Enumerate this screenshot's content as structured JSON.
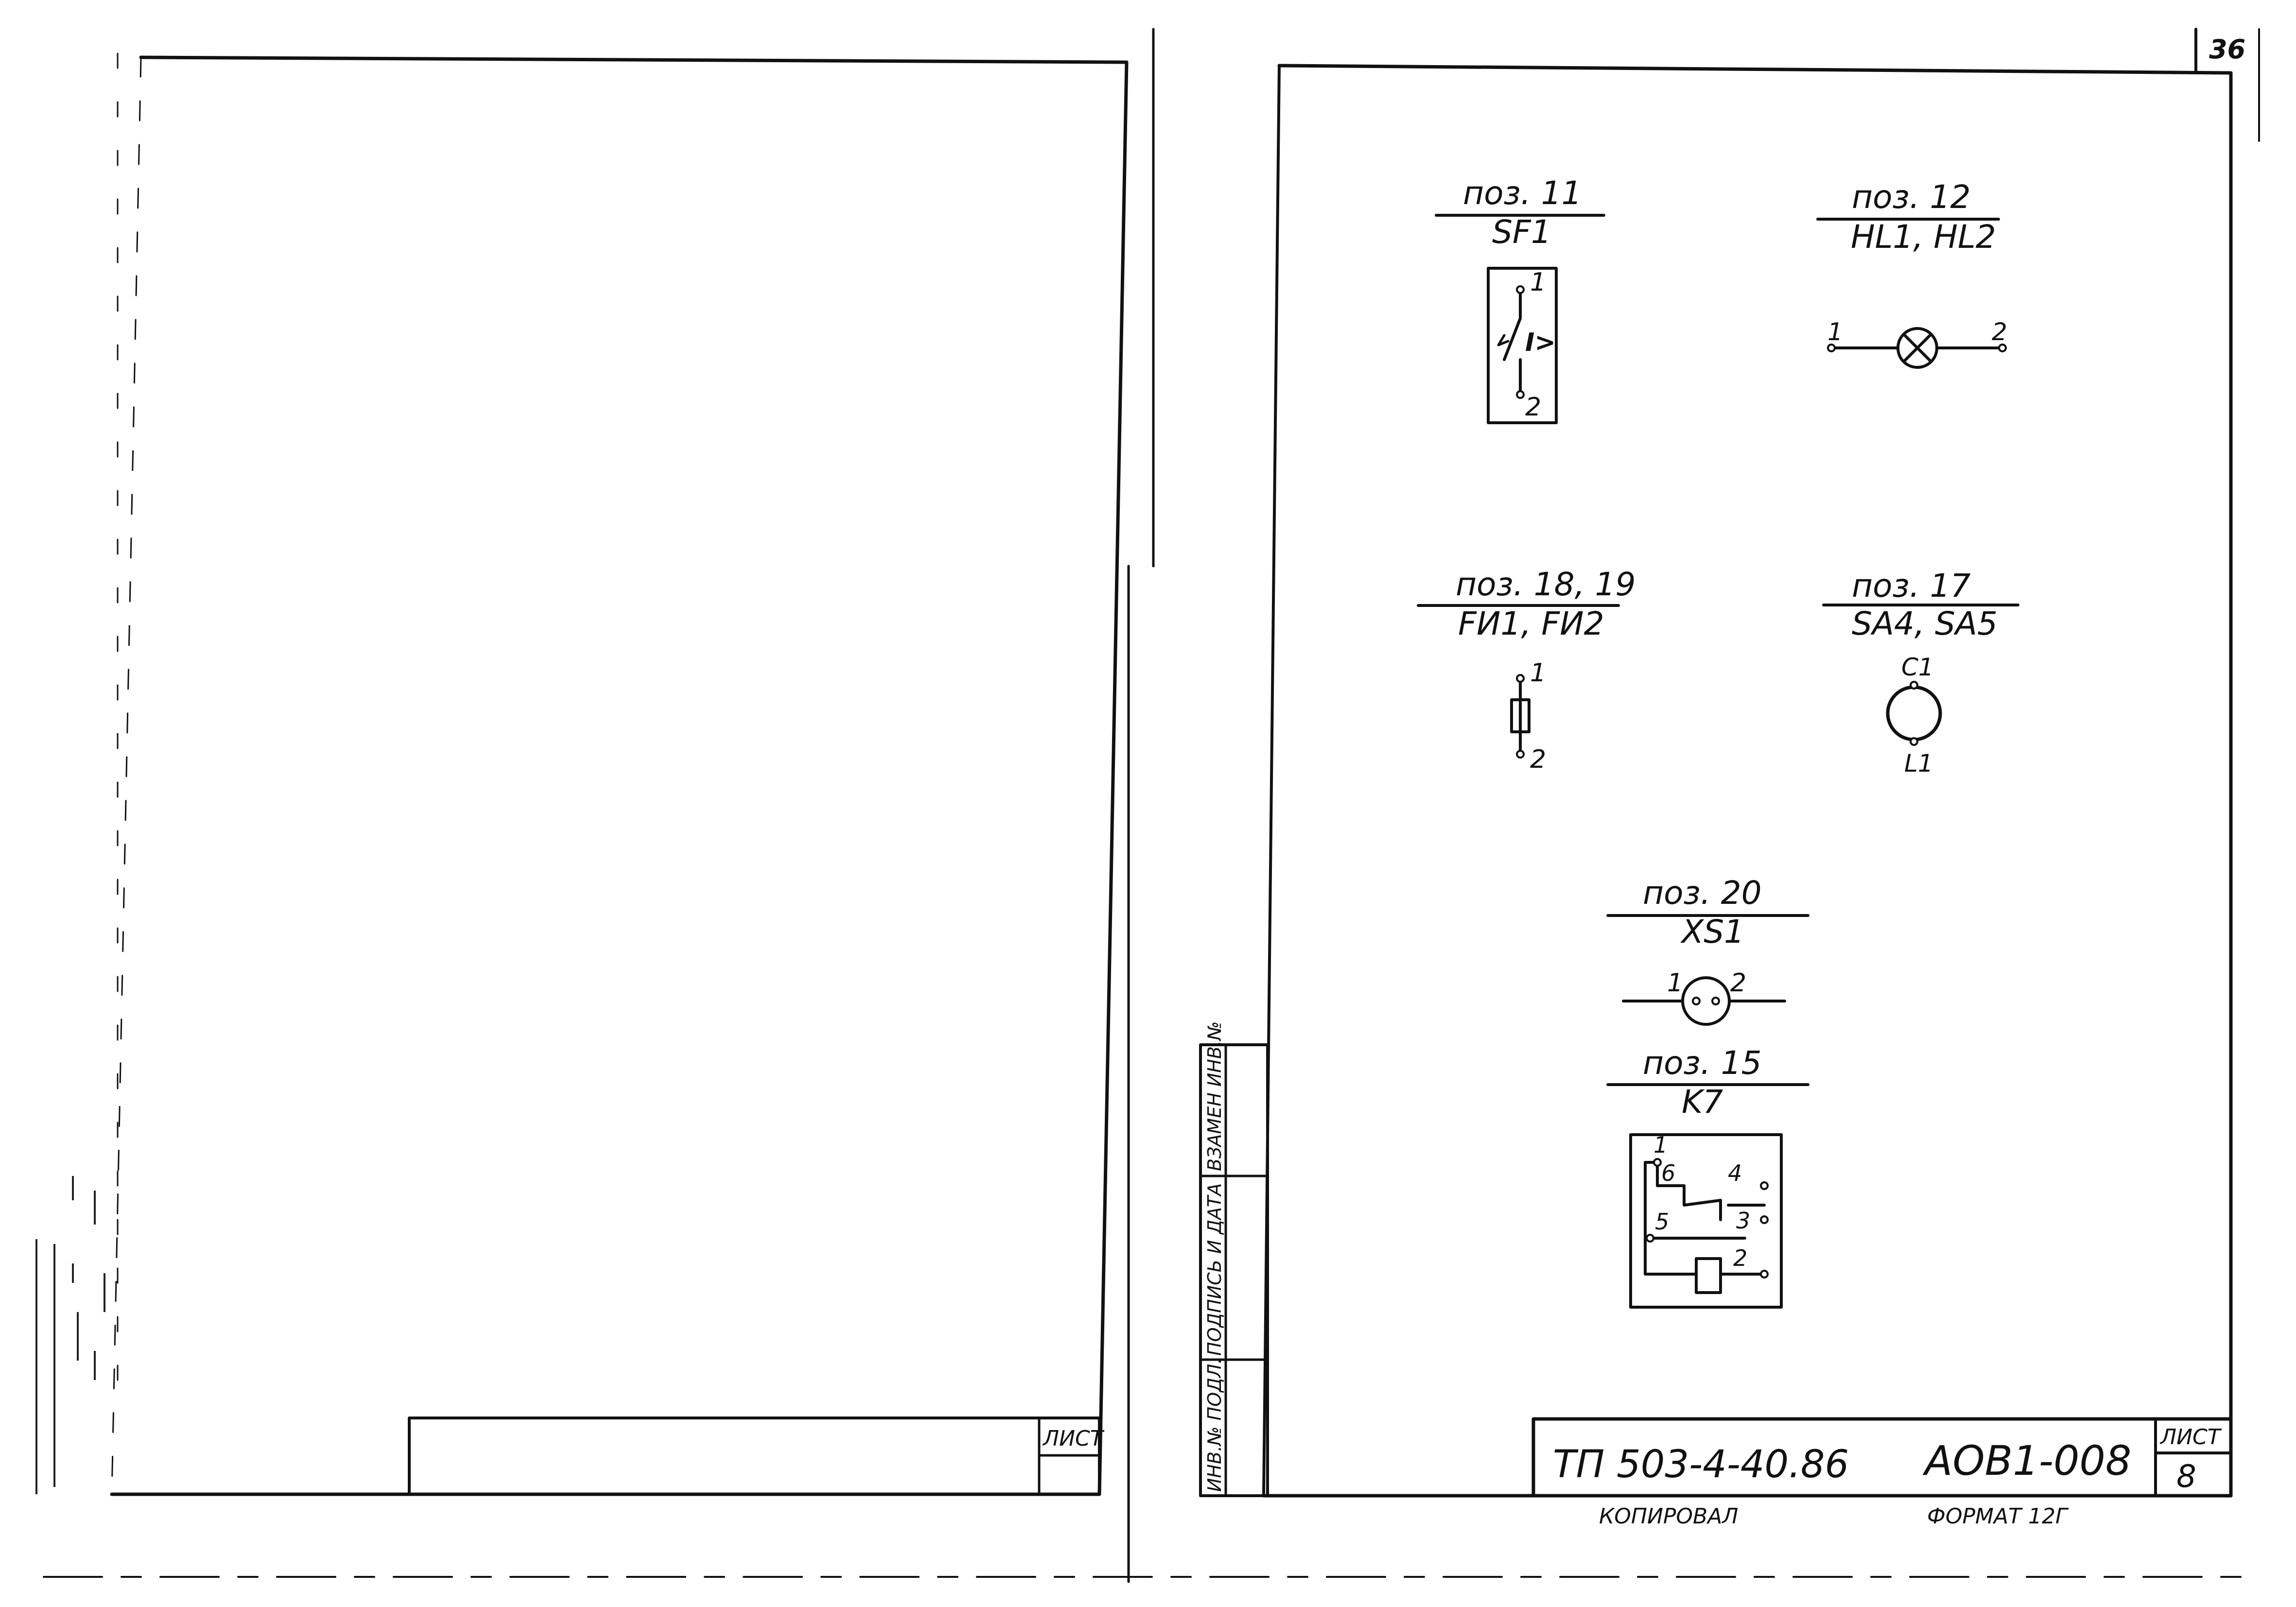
{
  "sheet_corner_number": "36",
  "left_sheet": {
    "title_block_label": "ЛИСТ"
  },
  "symbols": {
    "sf1": {
      "pos": "поз. 11",
      "designation": "SF1",
      "pin_top": "1",
      "pin_bottom": "2",
      "function_mark": "I>"
    },
    "hl": {
      "pos": "поз. 12",
      "designation": "HL1, HL2",
      "pin_left": "1",
      "pin_right": "2"
    },
    "fu": {
      "pos": "поз. 18, 19",
      "designation": "FИ1, FИ2",
      "pin_top": "1",
      "pin_bottom": "2"
    },
    "sa": {
      "pos": "поз. 17",
      "designation": "SA4, SA5",
      "pin_top": "C1",
      "pin_bottom": "L1"
    },
    "xs1": {
      "pos": "поз. 20",
      "designation": "XS1",
      "pin_left": "1",
      "pin_right": "2"
    },
    "k7": {
      "pos": "поз. 15",
      "designation": "K7",
      "pins": [
        "1",
        "6",
        "4",
        "5",
        "3",
        "2"
      ]
    }
  },
  "side_stamp": {
    "row1": "ВЗАМЕН ИНВ.№",
    "row2": "ПОДПИСЬ И ДАТА",
    "row3": "ИНВ.№ ПОДЛ."
  },
  "title_block": {
    "project": "ТП 503-4-40.86",
    "code": "АОВ1-008",
    "sheet_label": "ЛИСТ",
    "sheet_number": "8"
  },
  "footer": {
    "copied": "КОПИРОВАЛ",
    "format": "ФОРМАТ 12Г"
  }
}
